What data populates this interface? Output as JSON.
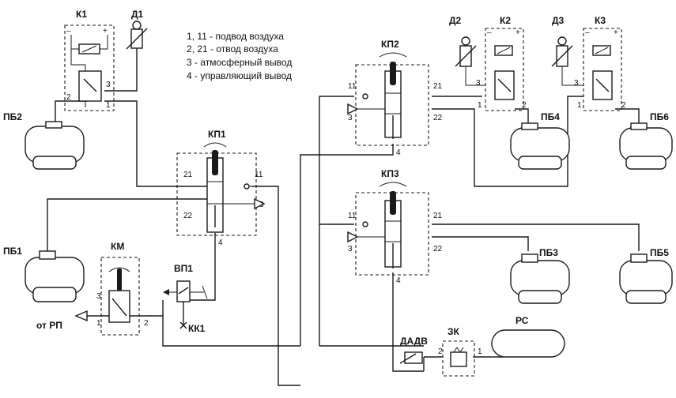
{
  "legend": [
    "1, 11 - подвод воздуха",
    "2, 21 - отвод воздуха",
    "3 - атмосферный вывод",
    "4 - управляющий вывод"
  ],
  "labels": {
    "k1": "К1",
    "d1": "Д1",
    "pb2": "ПБ2",
    "kp1": "КП1",
    "pb1": "ПБ1",
    "km": "КМ",
    "vp1": "ВП1",
    "kk1": "КК1",
    "ot_rp": "от РП",
    "kp2": "КП2",
    "d2": "Д2",
    "k2": "К2",
    "d3": "Д3",
    "k3": "К3",
    "pb4": "ПБ4",
    "pb6": "ПБ6",
    "kp3": "КП3",
    "pb3": "ПБ3",
    "pb5": "ПБ5",
    "dadv": "ДАДВ",
    "zk": "ЗК",
    "rs": "РС"
  },
  "ports": {
    "p1": "1",
    "p2": "2",
    "p3": "3",
    "p4": "4",
    "p11": "11",
    "p21": "21",
    "p22": "22",
    "plus": "+",
    "minus": "–"
  }
}
